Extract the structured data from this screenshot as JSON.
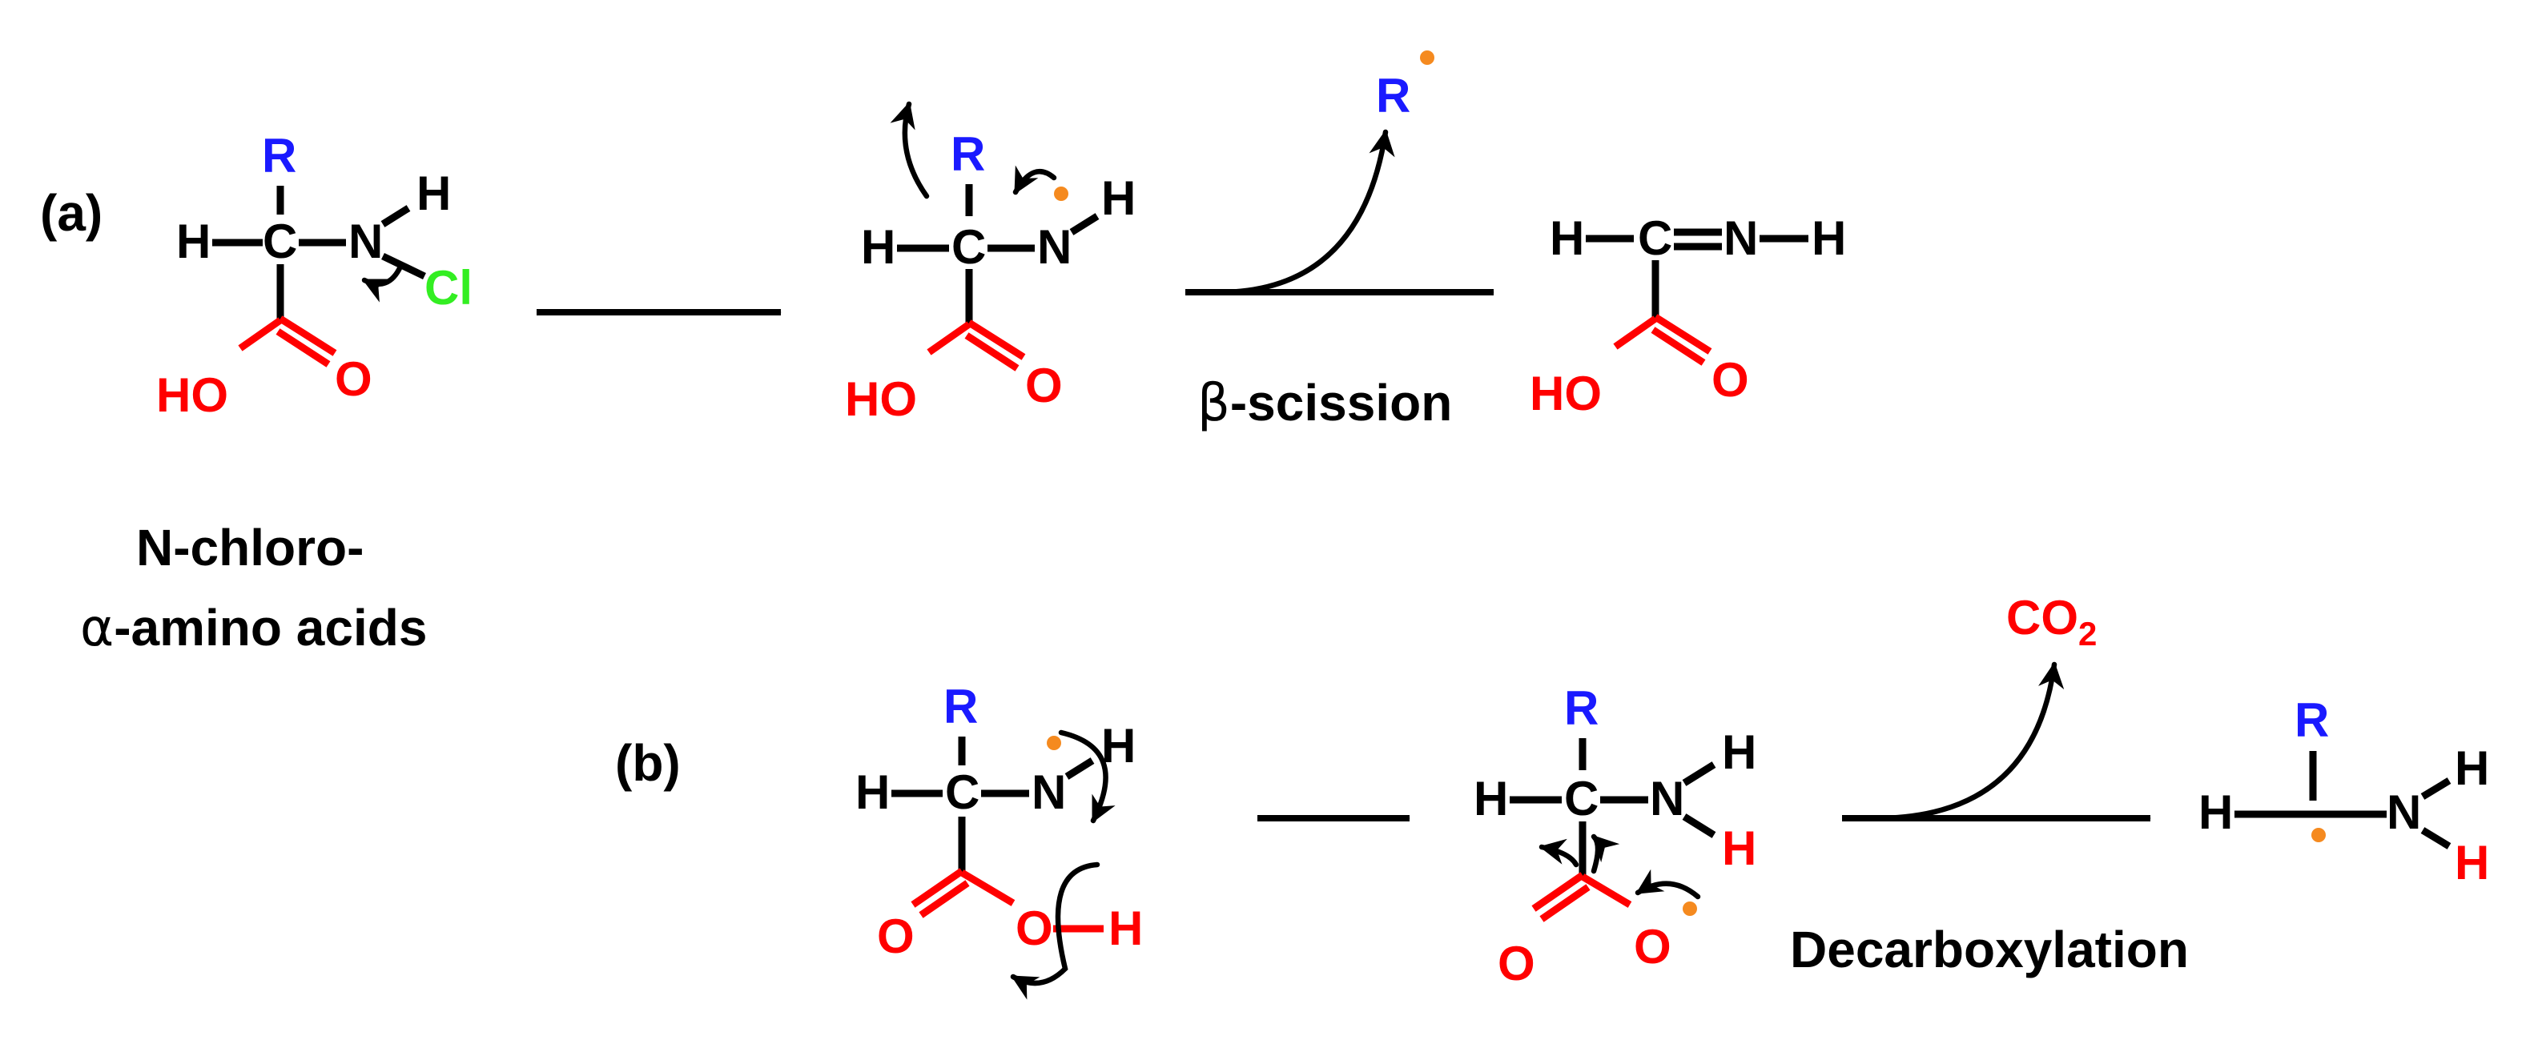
{
  "panels": [
    {
      "label": "(a)"
    },
    {
      "label": "(b)"
    }
  ],
  "labels": {
    "start_line1": "N-chloro-",
    "start_line2_greek": "α",
    "start_line2_rest": "-amino acids",
    "beta_greek": "β",
    "beta_rest": "-scission",
    "decarboxylation": "Decarboxylation"
  },
  "atoms": {
    "R": "R",
    "H": "H",
    "C": "C",
    "N": "N",
    "Cl": "Cl",
    "O": "O",
    "HO": "HO",
    "CO": "CO",
    "CO2_subscript": "2"
  },
  "colors": {
    "substituent_R": "#1a1aff",
    "acid_group": "#ff0000",
    "chlorine": "#33ee22",
    "radical_dot": "#f58a1f",
    "bond": "#000000"
  }
}
